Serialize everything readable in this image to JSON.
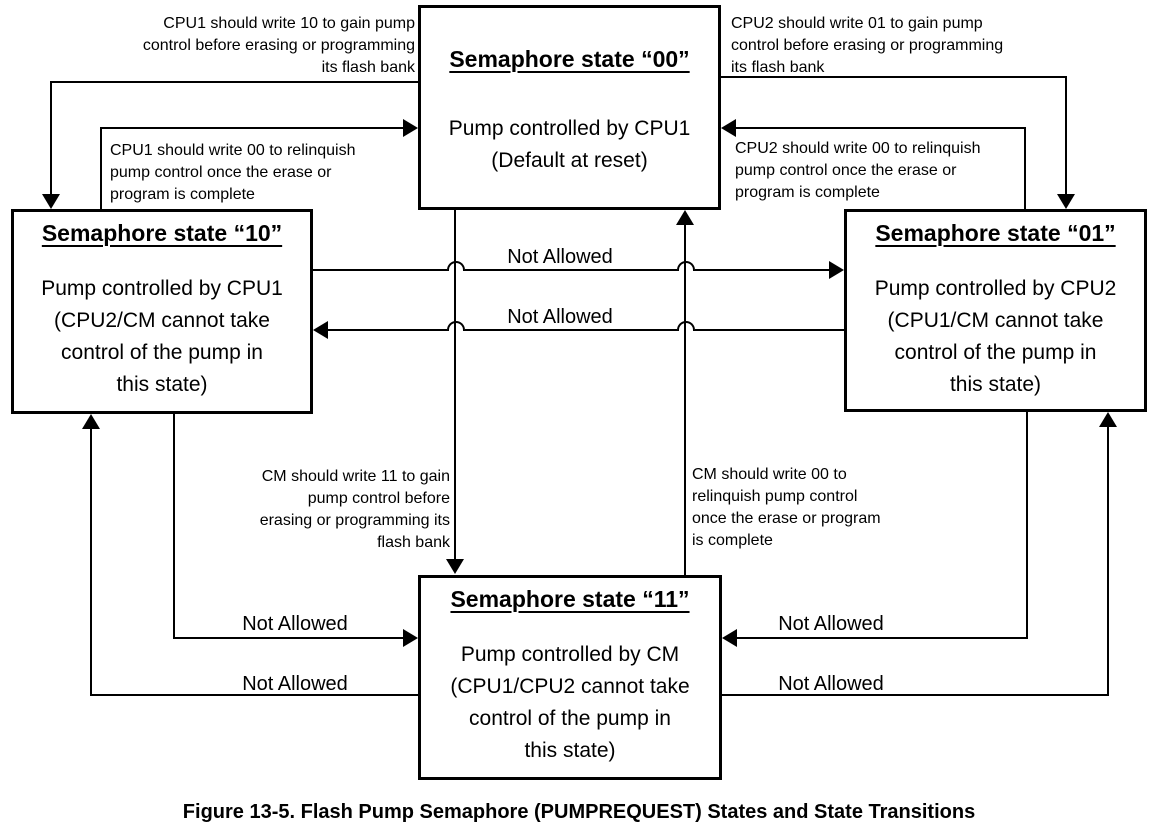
{
  "figure_caption": "Figure 13-5. Flash Pump Semaphore (PUMPREQUEST) States and State Transitions",
  "colors": {
    "line": "#000000",
    "text": "#000000",
    "background": "#ffffff"
  },
  "states": {
    "s00": {
      "title": "Semaphore state “00”",
      "body": [
        "Pump controlled by CPU1",
        "(Default at reset)"
      ]
    },
    "s10": {
      "title": "Semaphore state “10”",
      "body": [
        "Pump controlled by CPU1",
        "(CPU2/CM cannot take",
        "control of the pump in",
        "this state)"
      ]
    },
    "s01": {
      "title": "Semaphore state “01”",
      "body": [
        "Pump controlled by CPU2",
        "(CPU1/CM cannot take",
        "control of the pump in",
        "this state)"
      ]
    },
    "s11": {
      "title": "Semaphore state “11”",
      "body": [
        "Pump controlled by CM",
        "(CPU1/CPU2 cannot take",
        "control of the pump in",
        "this state)"
      ]
    }
  },
  "transitions": {
    "cpu1_gain": {
      "from": "00",
      "to": "10",
      "label": [
        "CPU1 should write 10 to gain pump",
        "control before erasing or programming",
        "its flash bank"
      ]
    },
    "cpu1_release": {
      "from": "10",
      "to": "00",
      "label": [
        "CPU1 should write 00 to relinquish",
        "pump control once the erase or",
        "program is complete"
      ]
    },
    "cpu2_gain": {
      "from": "00",
      "to": "01",
      "label": [
        "CPU2 should write 01 to gain pump",
        "control before erasing or programming",
        "its flash bank"
      ]
    },
    "cpu2_release": {
      "from": "01",
      "to": "00",
      "label": [
        "CPU2 should write 00 to relinquish",
        "pump control once the erase or",
        "program is complete"
      ]
    },
    "cm_gain": {
      "from": "00",
      "to": "11",
      "label": [
        "CM should write 11 to gain",
        "pump control before",
        "erasing or programming its",
        "flash bank"
      ]
    },
    "cm_release": {
      "from": "11",
      "to": "00",
      "label": [
        "CM should write 00 to",
        "relinquish pump control",
        "once the erase or program",
        "is complete"
      ]
    },
    "na_10_01": {
      "from": "10",
      "to": "01",
      "label": "Not Allowed"
    },
    "na_01_10": {
      "from": "01",
      "to": "10",
      "label": "Not Allowed"
    },
    "na_10_11": {
      "from": "10",
      "to": "11",
      "label": "Not Allowed"
    },
    "na_11_10": {
      "from": "11",
      "to": "10",
      "label": "Not Allowed"
    },
    "na_01_11": {
      "from": "01",
      "to": "11",
      "label": "Not Allowed"
    },
    "na_11_01": {
      "from": "11",
      "to": "01",
      "label": "Not Allowed"
    }
  }
}
